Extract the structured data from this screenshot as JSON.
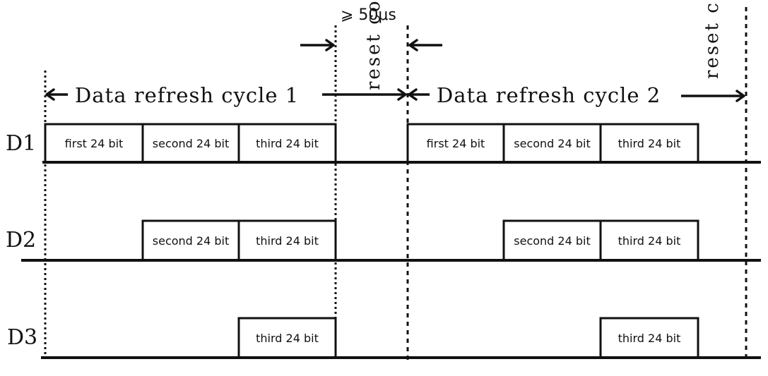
{
  "min_time_label": "⩾ 50μs",
  "reset_label_1": "reset code",
  "reset_label_2": "reset code",
  "cycles": [
    {
      "label": "Data refresh cycle 1"
    },
    {
      "label": "Data refresh cycle 2"
    }
  ],
  "rows": [
    {
      "label": "D1",
      "segments": [
        {
          "text": "first 24 bit",
          "cycle": 1,
          "slot": 0
        },
        {
          "text": "second 24 bit",
          "cycle": 1,
          "slot": 1
        },
        {
          "text": "third 24 bit",
          "cycle": 1,
          "slot": 2
        },
        {
          "text": "first 24 bit",
          "cycle": 2,
          "slot": 0
        },
        {
          "text": "second 24 bit",
          "cycle": 2,
          "slot": 1
        },
        {
          "text": "third 24 bit",
          "cycle": 2,
          "slot": 2
        }
      ]
    },
    {
      "label": "D2",
      "segments": [
        {
          "text": "second 24 bit",
          "cycle": 1,
          "slot": 1
        },
        {
          "text": "third 24 bit",
          "cycle": 1,
          "slot": 2
        },
        {
          "text": "second 24 bit",
          "cycle": 2,
          "slot": 1
        },
        {
          "text": "third 24 bit",
          "cycle": 2,
          "slot": 2
        }
      ]
    },
    {
      "label": "D3",
      "segments": [
        {
          "text": "third 24 bit",
          "cycle": 1,
          "slot": 2
        },
        {
          "text": "third 24 bit",
          "cycle": 2,
          "slot": 2
        }
      ]
    }
  ]
}
